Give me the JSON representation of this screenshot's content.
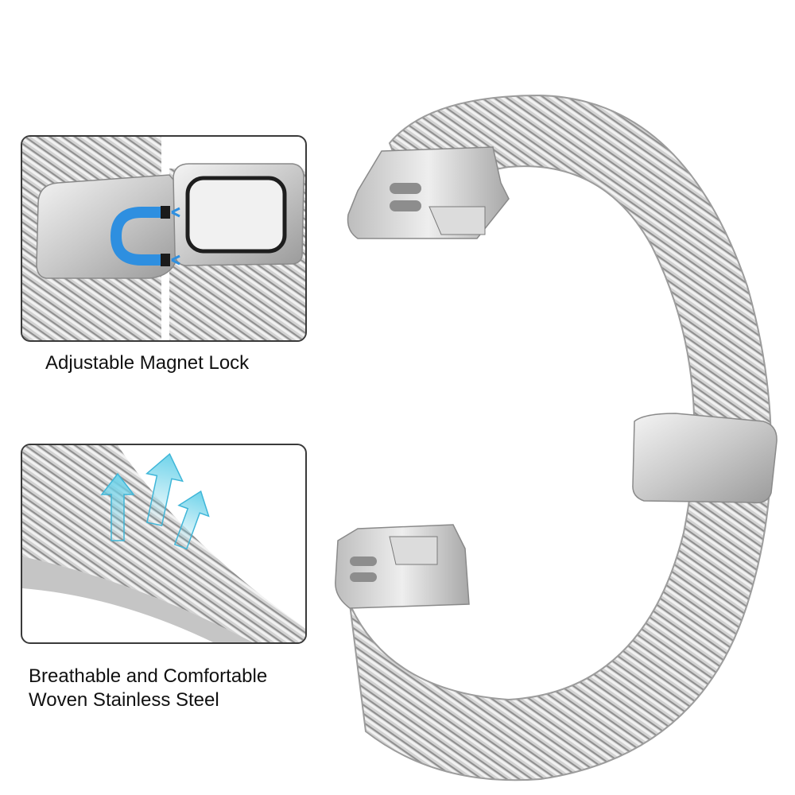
{
  "image": {
    "captions": {
      "magnet_lock": "Adjustable Magnet Lock",
      "breathable_line1": "Breathable and Comfortable",
      "breathable_line2": "Woven Stainless Steel"
    },
    "colors": {
      "steel_light": "#e6e6e6",
      "steel_mid": "#b8b8b8",
      "steel_dark": "#8a8a8a",
      "panel_border": "#3a3a3a",
      "magnet_blue": "#2e8fe0",
      "arrow_cyan": "#6fd3ea"
    },
    "icons": [
      "magnet-icon",
      "airflow-arrow-icon"
    ]
  }
}
